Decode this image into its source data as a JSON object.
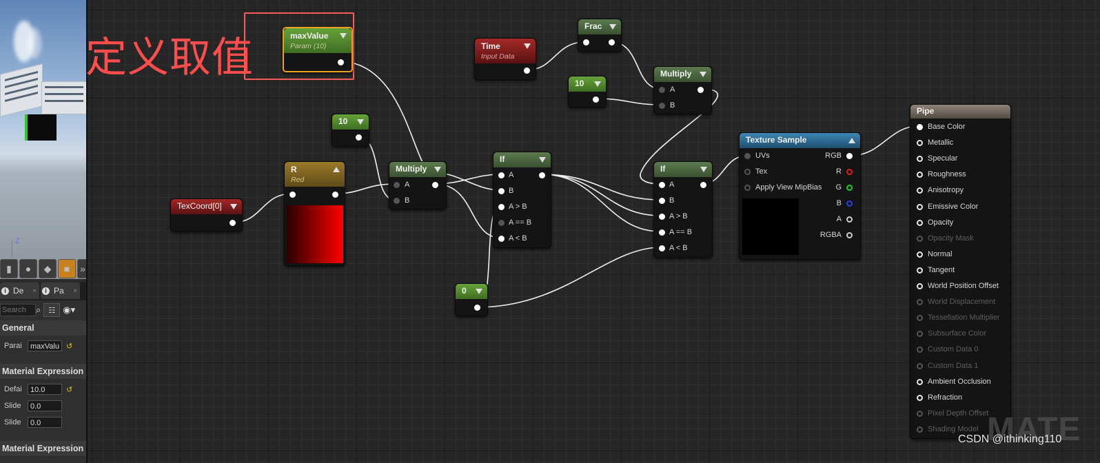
{
  "annotation": {
    "text": "定义取值"
  },
  "left_panel": {
    "tabs": [
      {
        "label": "De",
        "close": "×"
      },
      {
        "label": "Pa",
        "close": "×"
      }
    ],
    "search": {
      "placeholder": "Search"
    },
    "sections": [
      {
        "title": "General"
      },
      {
        "title": "Material Expression S"
      },
      {
        "title": "Material Expression"
      }
    ],
    "properties": [
      {
        "label": "Parai",
        "value": "maxValu"
      },
      {
        "label": "Defai",
        "value": "10.0"
      },
      {
        "label": "Slide",
        "value": "0.0"
      },
      {
        "label": "Slide",
        "value": "0.0"
      }
    ],
    "axis_label": "Z"
  },
  "nodes": {
    "max_value": {
      "title": "maxValue",
      "subtitle": "Param (10)"
    },
    "time": {
      "title": "Time",
      "subtitle": "Input Data"
    },
    "frac": {
      "title": "Frac"
    },
    "const_10_top": {
      "title": "10"
    },
    "multiply_top": {
      "title": "Multiply",
      "pins": [
        "A",
        "B"
      ]
    },
    "const_10_left": {
      "title": "10"
    },
    "r": {
      "title": "R",
      "subtitle": "Red"
    },
    "texcoord": {
      "title": "TexCoord[0]"
    },
    "multiply_mid": {
      "title": "Multiply",
      "pins": [
        "A",
        "B"
      ]
    },
    "if_1": {
      "title": "If",
      "pins": [
        "A",
        "B",
        "A > B",
        "A == B",
        "A < B"
      ]
    },
    "if_2": {
      "title": "If",
      "pins": [
        "A",
        "B",
        "A > B",
        "A == B",
        "A < B"
      ]
    },
    "const_0": {
      "title": "0"
    },
    "texture_sample": {
      "title": "Texture Sample",
      "inputs": [
        "UVs",
        "Tex",
        "Apply View MipBias"
      ],
      "outputs": [
        "RGB",
        "R",
        "G",
        "B",
        "A",
        "RGBA"
      ]
    },
    "pipe": {
      "title": "Pipe",
      "pins": [
        {
          "label": "Base Color",
          "enabled": true
        },
        {
          "label": "Metallic",
          "enabled": true
        },
        {
          "label": "Specular",
          "enabled": true
        },
        {
          "label": "Roughness",
          "enabled": true
        },
        {
          "label": "Anisotropy",
          "enabled": true
        },
        {
          "label": "Emissive Color",
          "enabled": true
        },
        {
          "label": "Opacity",
          "enabled": true
        },
        {
          "label": "Opacity Mask",
          "enabled": false
        },
        {
          "label": "Normal",
          "enabled": true
        },
        {
          "label": "Tangent",
          "enabled": true
        },
        {
          "label": "World Position Offset",
          "enabled": true
        },
        {
          "label": "World Displacement",
          "enabled": false
        },
        {
          "label": "Tessellation Multiplier",
          "enabled": false
        },
        {
          "label": "Subsurface Color",
          "enabled": false
        },
        {
          "label": "Custom Data 0",
          "enabled": false
        },
        {
          "label": "Custom Data 1",
          "enabled": false
        },
        {
          "label": "Ambient Occlusion",
          "enabled": true
        },
        {
          "label": "Refraction",
          "enabled": true
        },
        {
          "label": "Pixel Depth Offset",
          "enabled": false
        },
        {
          "label": "Shading Model",
          "enabled": false
        }
      ]
    }
  },
  "watermark": "MATE",
  "credit": "CSDN @ithinking110",
  "colors": {
    "wire": "#f0f0f0",
    "highlight": "#ff5a5a",
    "selection": "#f0a020"
  }
}
